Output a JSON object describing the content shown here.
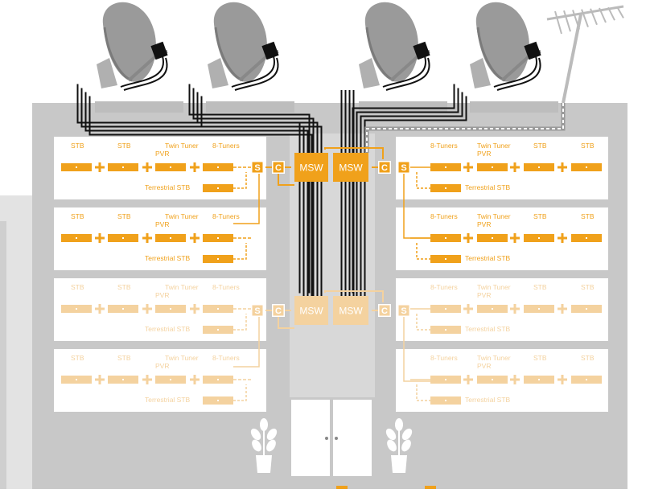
{
  "colors": {
    "building": "#c6c6c6",
    "wall": "#dcdcdc",
    "cable": "#111111",
    "orange": "#f0a11b",
    "orange_light": "#f4d29f",
    "line_orange": "#f0a11b",
    "dish": "#9a9a9a",
    "dish_dark": "#7b7b7b"
  },
  "icons": [
    "satellite-dish-icon",
    "terrestrial-aerial-icon",
    "plant-icon",
    "door-icon"
  ],
  "labels": {
    "stb": "STB",
    "twin_tuner": "Twin Tuner",
    "pvr": "PVR",
    "eight_tuners": "8-Tuners",
    "terrestrial_stb": "Terrestrial STB",
    "plus": "+",
    "msw": "MSW",
    "combiner": "C",
    "splitter": "S"
  }
}
